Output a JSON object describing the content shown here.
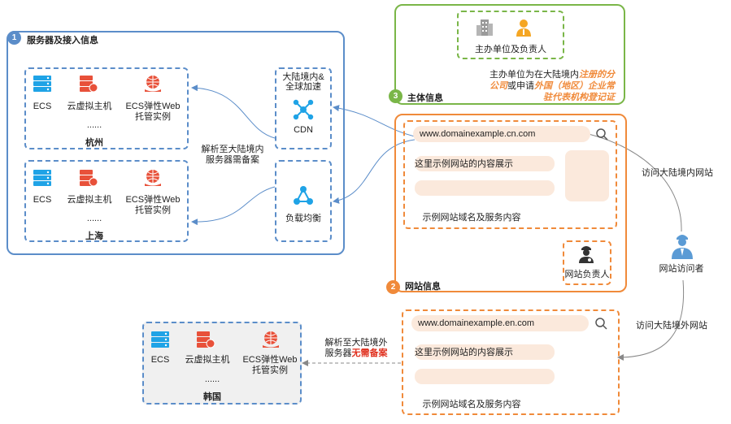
{
  "section1": {
    "number": "1",
    "title": "服务器及接入信息",
    "hangzhou": {
      "ecs": "ECS",
      "vm": "云虚拟主机",
      "web_line1": "ECS弹性Web",
      "web_line2": "托管实例",
      "more": "......",
      "region": "杭州"
    },
    "shanghai": {
      "ecs": "ECS",
      "vm": "云虚拟主机",
      "web_line1": "ECS弹性Web",
      "web_line2": "托管实例",
      "more": "......",
      "region": "上海"
    },
    "cdn": {
      "line1": "大陆境内&",
      "line2": "全球加速",
      "label": "CDN"
    },
    "lb": {
      "label": "负载均衡"
    },
    "resolve_line1": "解析至大陆境内",
    "resolve_line2": "服务器需备案"
  },
  "section2": {
    "number": "2",
    "title": "网站信息",
    "url": "www.domainexample.cn.com",
    "content": "这里示例网站的内容展示",
    "caption": "示例网站域名及服务内容",
    "owner": "网站负责人"
  },
  "section3": {
    "number": "3",
    "title": "主体信息",
    "sponsor": "主办单位及负责人",
    "desc_p1": "主办单位为在大陆境内",
    "desc_p2": "注册的分",
    "desc_p3": "公司",
    "desc_p4": "或申请",
    "desc_p5": "外国（地区）企业常",
    "desc_p6": "驻代表机构登记证"
  },
  "overseas": {
    "url": "www.domainexample.en.com",
    "content": "这里示例网站的内容展示",
    "caption": "示例网站域名及服务内容",
    "resolve_line1": "解析至大陆境外",
    "resolve_line2a": "服务器",
    "resolve_line2b": "无需备案"
  },
  "korea": {
    "ecs": "ECS",
    "vm": "云虚拟主机",
    "web_line1": "ECS弹性Web",
    "web_line2": "托管实例",
    "more": "......",
    "region": "韩国"
  },
  "visitor": {
    "label": "网站访问者",
    "domestic": "访问大陆境内网站",
    "overseas": "访问大陆境外网站"
  },
  "colors": {
    "blue": "#5b8dc9",
    "green": "#7ab648",
    "orange": "#f08a3a",
    "cyan": "#1fa3e6",
    "red": "#e8513a",
    "pink": "#fbe9dc"
  }
}
